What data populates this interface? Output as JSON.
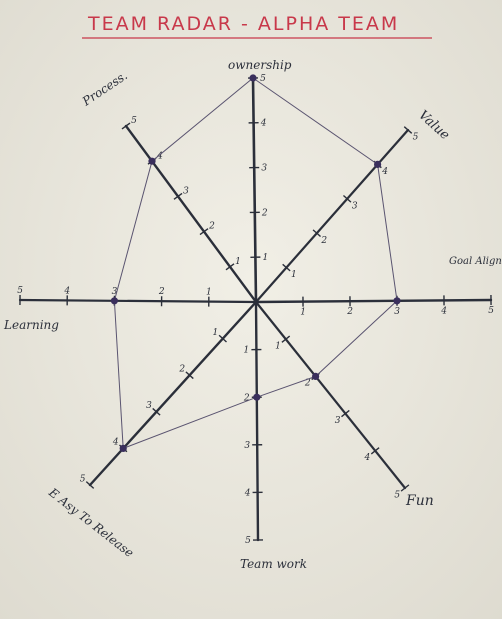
{
  "chart_data": {
    "type": "radar",
    "title": "TEAM RADAR - ALPHA TEAM",
    "scale": {
      "min": 0,
      "max": 5,
      "ticks": [
        1,
        2,
        3,
        4,
        5
      ]
    },
    "axes": [
      {
        "key": "ownership",
        "label": "ownership",
        "value": 5
      },
      {
        "key": "value",
        "label": "Value",
        "value": 4
      },
      {
        "key": "goal",
        "label": "Goal Alignment",
        "value": 3
      },
      {
        "key": "fun",
        "label": "Fun",
        "value": 2
      },
      {
        "key": "teamwork",
        "label": "Team work",
        "value": 2
      },
      {
        "key": "release",
        "label": "E Asy To Release",
        "value": 4
      },
      {
        "key": "learning",
        "label": "Learning",
        "value": 3
      },
      {
        "key": "process",
        "label": "Process.",
        "value": 4
      }
    ]
  },
  "colors": {
    "ink": "#2b2f3a",
    "title": "#c8384a",
    "paper": "#eeece2",
    "dot": "#3a2f5c"
  }
}
